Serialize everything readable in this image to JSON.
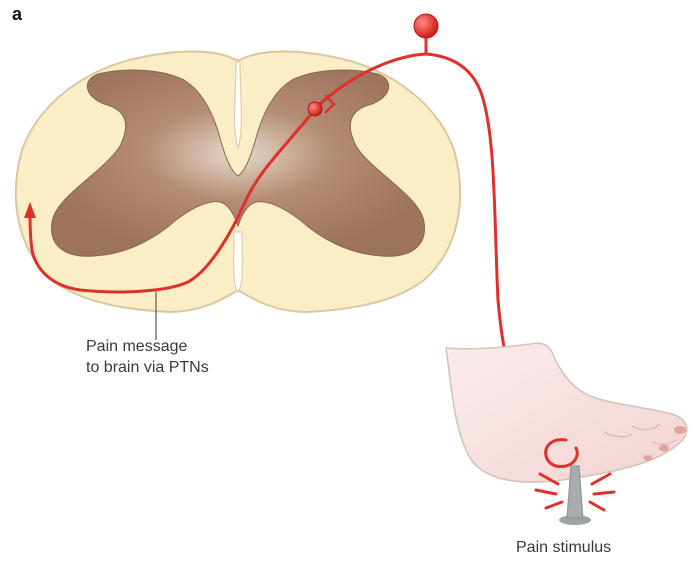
{
  "figure": {
    "panel_label": "a",
    "labels": {
      "pain_message_line1": "Pain message",
      "pain_message_line2": "to brain via PTNs",
      "pain_stimulus": "Pain stimulus"
    },
    "colors": {
      "background": "#ffffff",
      "white_matter": "#fbedc5",
      "grey_matter": "#a57a61",
      "neuron": "#e0302a",
      "skin": "#f8e1e1",
      "outline": "#cfc4b6",
      "spike": "#a7acae"
    },
    "icons": [
      "spinal-cord-cross-section",
      "sensory-neuron-cell-body",
      "foot",
      "spike-stimulus"
    ]
  }
}
